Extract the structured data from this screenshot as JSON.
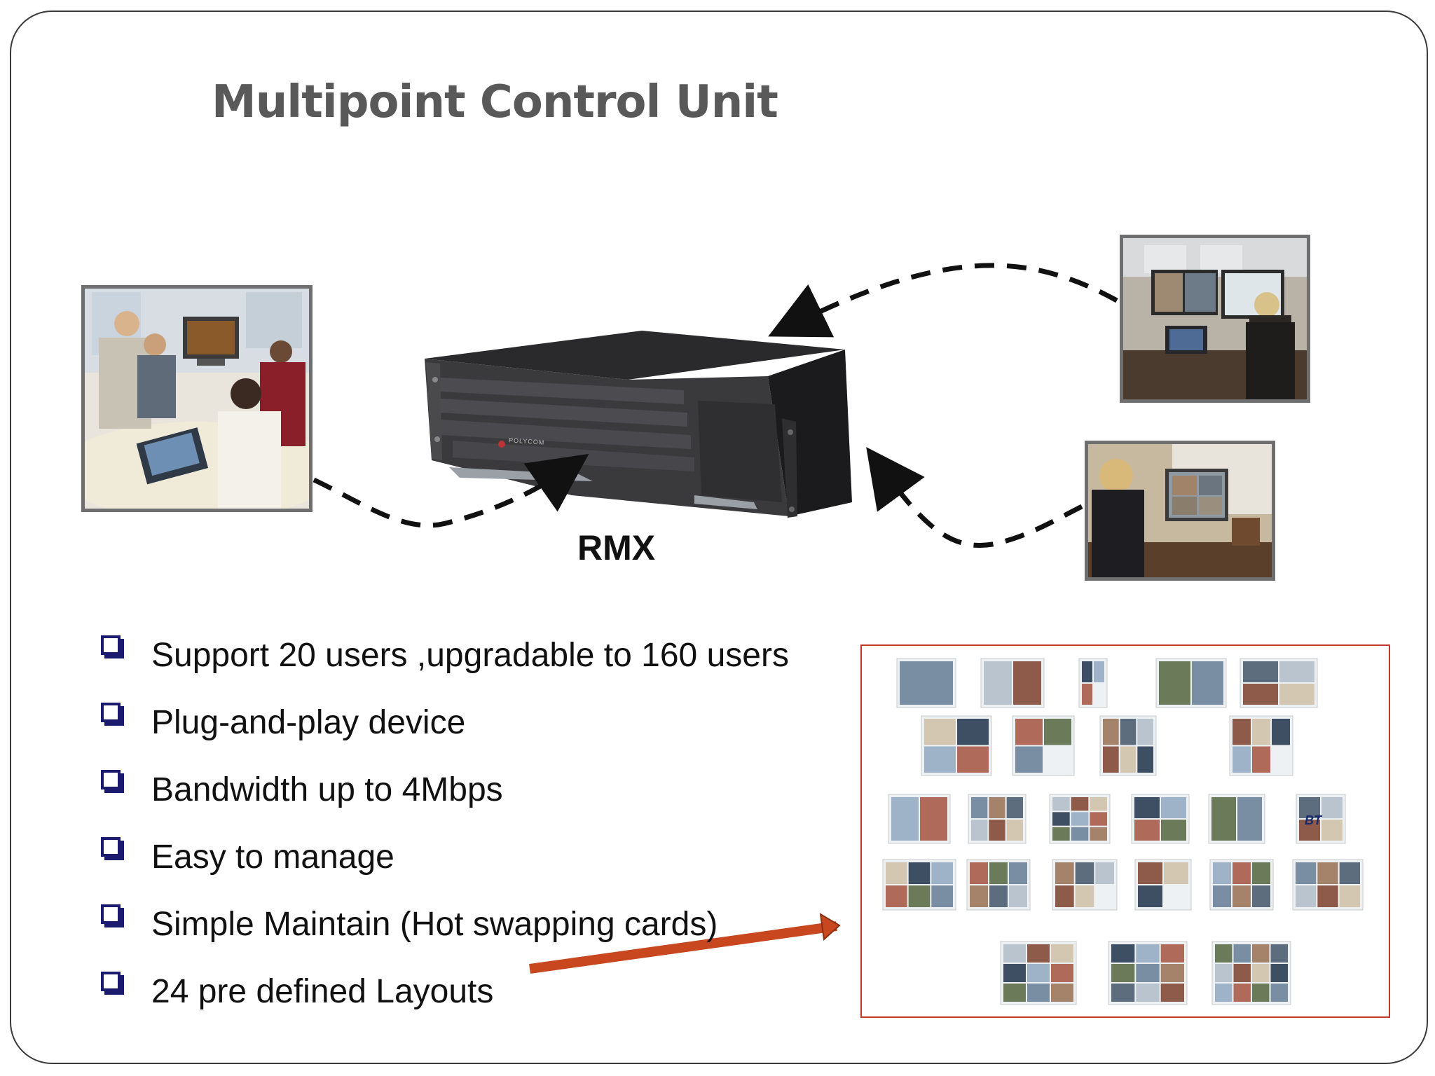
{
  "slide": {
    "title": "Multipoint Control Unit",
    "device_label": "RMX",
    "bullets": [
      "Support  20 users ,upgradable to 160 users",
      "Plug-and-play device",
      "Bandwidth up to 4Mbps",
      "Easy to manage",
      "Simple Maintain (Hot swapping cards)",
      "24 pre defined Layouts"
    ],
    "device_brand": "POLYCOM",
    "layout_logo": "BT"
  },
  "colors": {
    "title": "#595959",
    "bullet_marker": "#1a1a6e",
    "layout_frame": "#c0392b",
    "pointer_arrow": "#c9471f"
  }
}
